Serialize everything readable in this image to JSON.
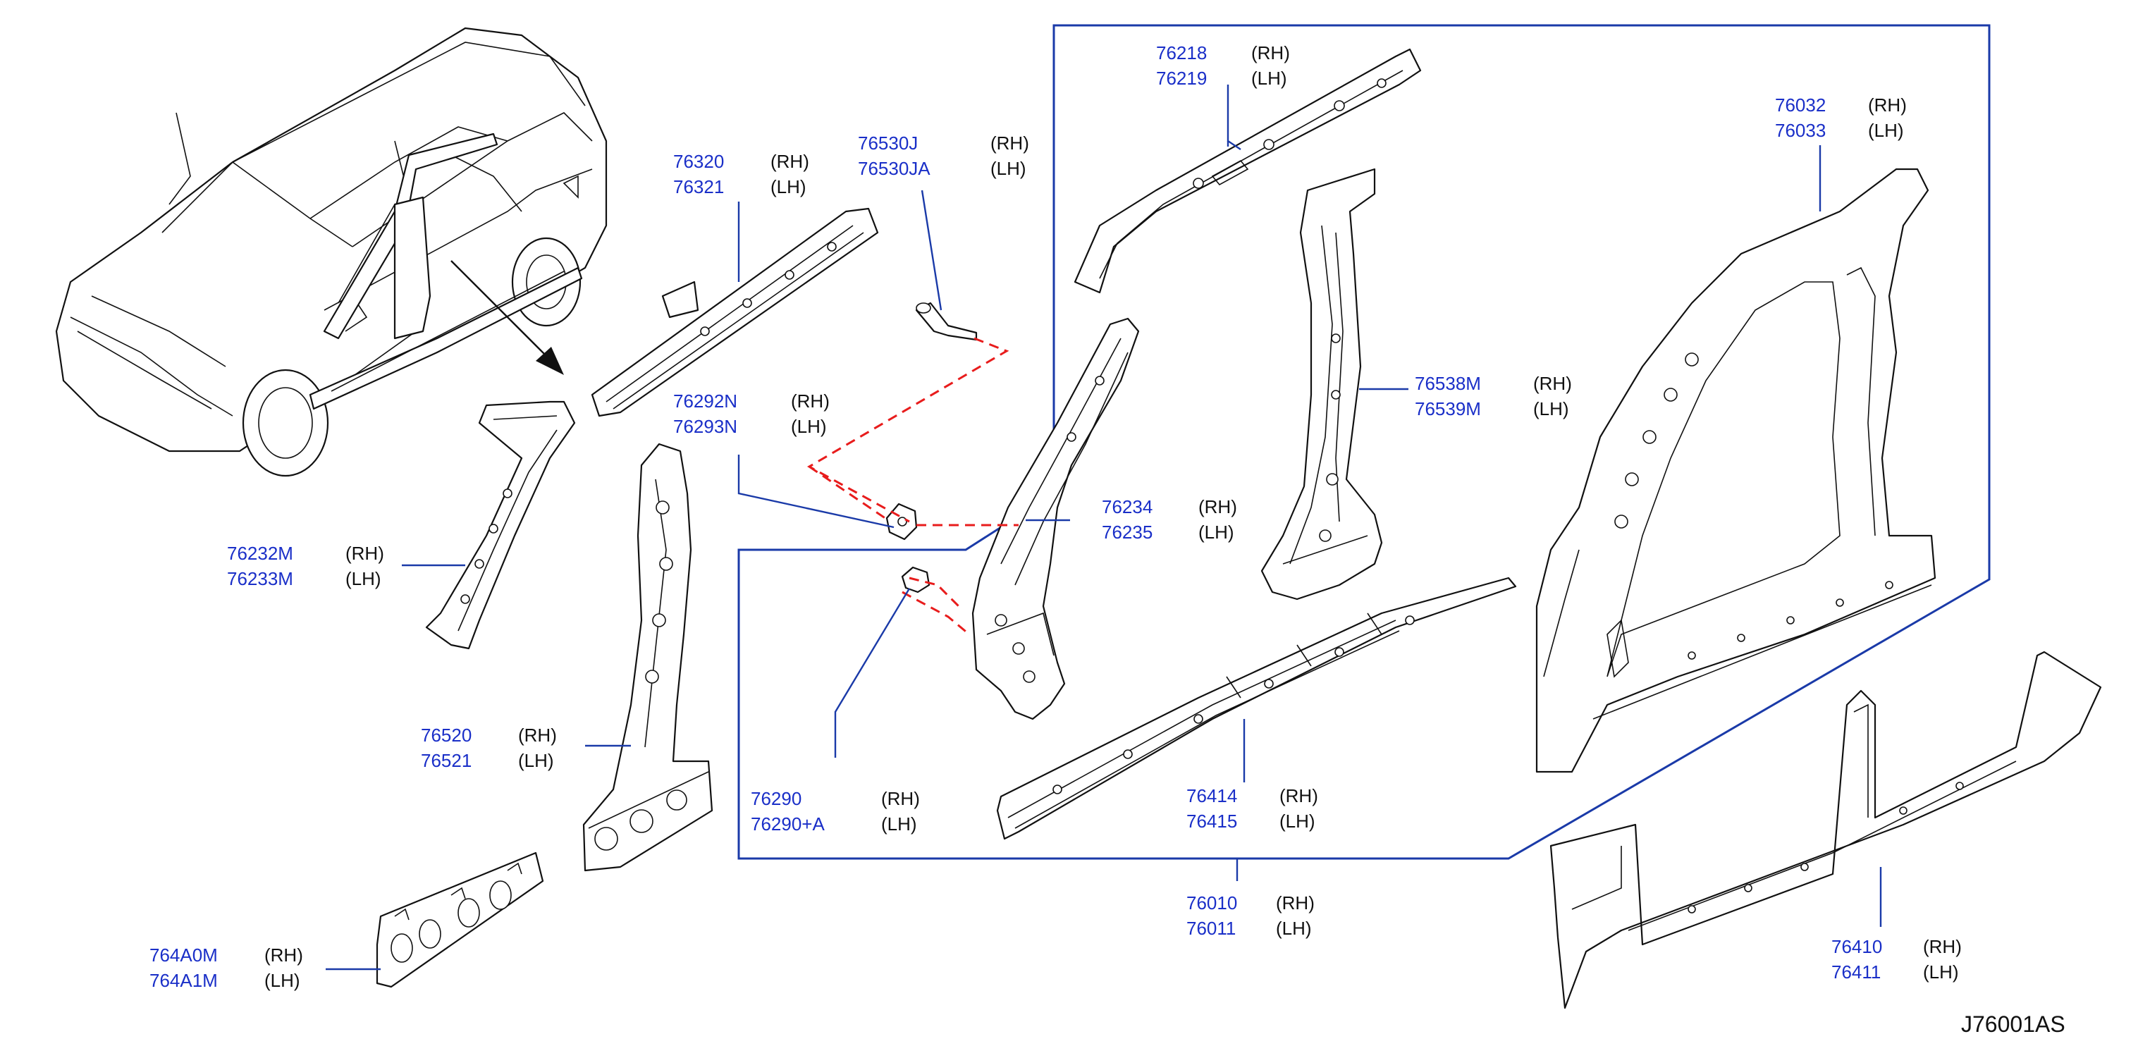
{
  "drawing_code": "J76001AS",
  "callouts": [
    {
      "id": "c76320",
      "numbers": [
        "76320",
        "76321"
      ],
      "sides": [
        "(RH)",
        "(LH)"
      ]
    },
    {
      "id": "c76530J",
      "numbers": [
        "76530J",
        "76530JA"
      ],
      "sides": [
        "(RH)",
        "(LH)"
      ]
    },
    {
      "id": "c76218",
      "numbers": [
        "76218",
        "76219"
      ],
      "sides": [
        "(RH)",
        "(LH)"
      ]
    },
    {
      "id": "c76032",
      "numbers": [
        "76032",
        "76033"
      ],
      "sides": [
        "(RH)",
        "(LH)"
      ]
    },
    {
      "id": "c76292N",
      "numbers": [
        "76292N",
        "76293N"
      ],
      "sides": [
        "(RH)",
        "(LH)"
      ]
    },
    {
      "id": "c76538M",
      "numbers": [
        "76538M",
        "76539M"
      ],
      "sides": [
        "(RH)",
        "(LH)"
      ]
    },
    {
      "id": "c76232M",
      "numbers": [
        "76232M",
        "76233M"
      ],
      "sides": [
        "(RH)",
        "(LH)"
      ]
    },
    {
      "id": "c76234",
      "numbers": [
        "76234",
        "76235"
      ],
      "sides": [
        "(RH)",
        "(LH)"
      ]
    },
    {
      "id": "c76520",
      "numbers": [
        "76520",
        "76521"
      ],
      "sides": [
        "(RH)",
        "(LH)"
      ]
    },
    {
      "id": "c76290",
      "numbers": [
        "76290",
        "76290+A"
      ],
      "sides": [
        "(RH)",
        "(LH)"
      ]
    },
    {
      "id": "c76414",
      "numbers": [
        "76414",
        "76415"
      ],
      "sides": [
        "(RH)",
        "(LH)"
      ]
    },
    {
      "id": "c76010",
      "numbers": [
        "76010",
        "76011"
      ],
      "sides": [
        "(RH)",
        "(LH)"
      ]
    },
    {
      "id": "c764A0M",
      "numbers": [
        "764A0M",
        "764A1M"
      ],
      "sides": [
        "(RH)",
        "(LH)"
      ]
    },
    {
      "id": "c76410",
      "numbers": [
        "76410",
        "76411"
      ],
      "sides": [
        "(RH)",
        "(LH)"
      ]
    }
  ],
  "colors": {
    "part_number": "#1a2fc8",
    "leader_line": "#1a3aa8",
    "dashed_connector": "#e81c1c",
    "outline": "#111111"
  }
}
